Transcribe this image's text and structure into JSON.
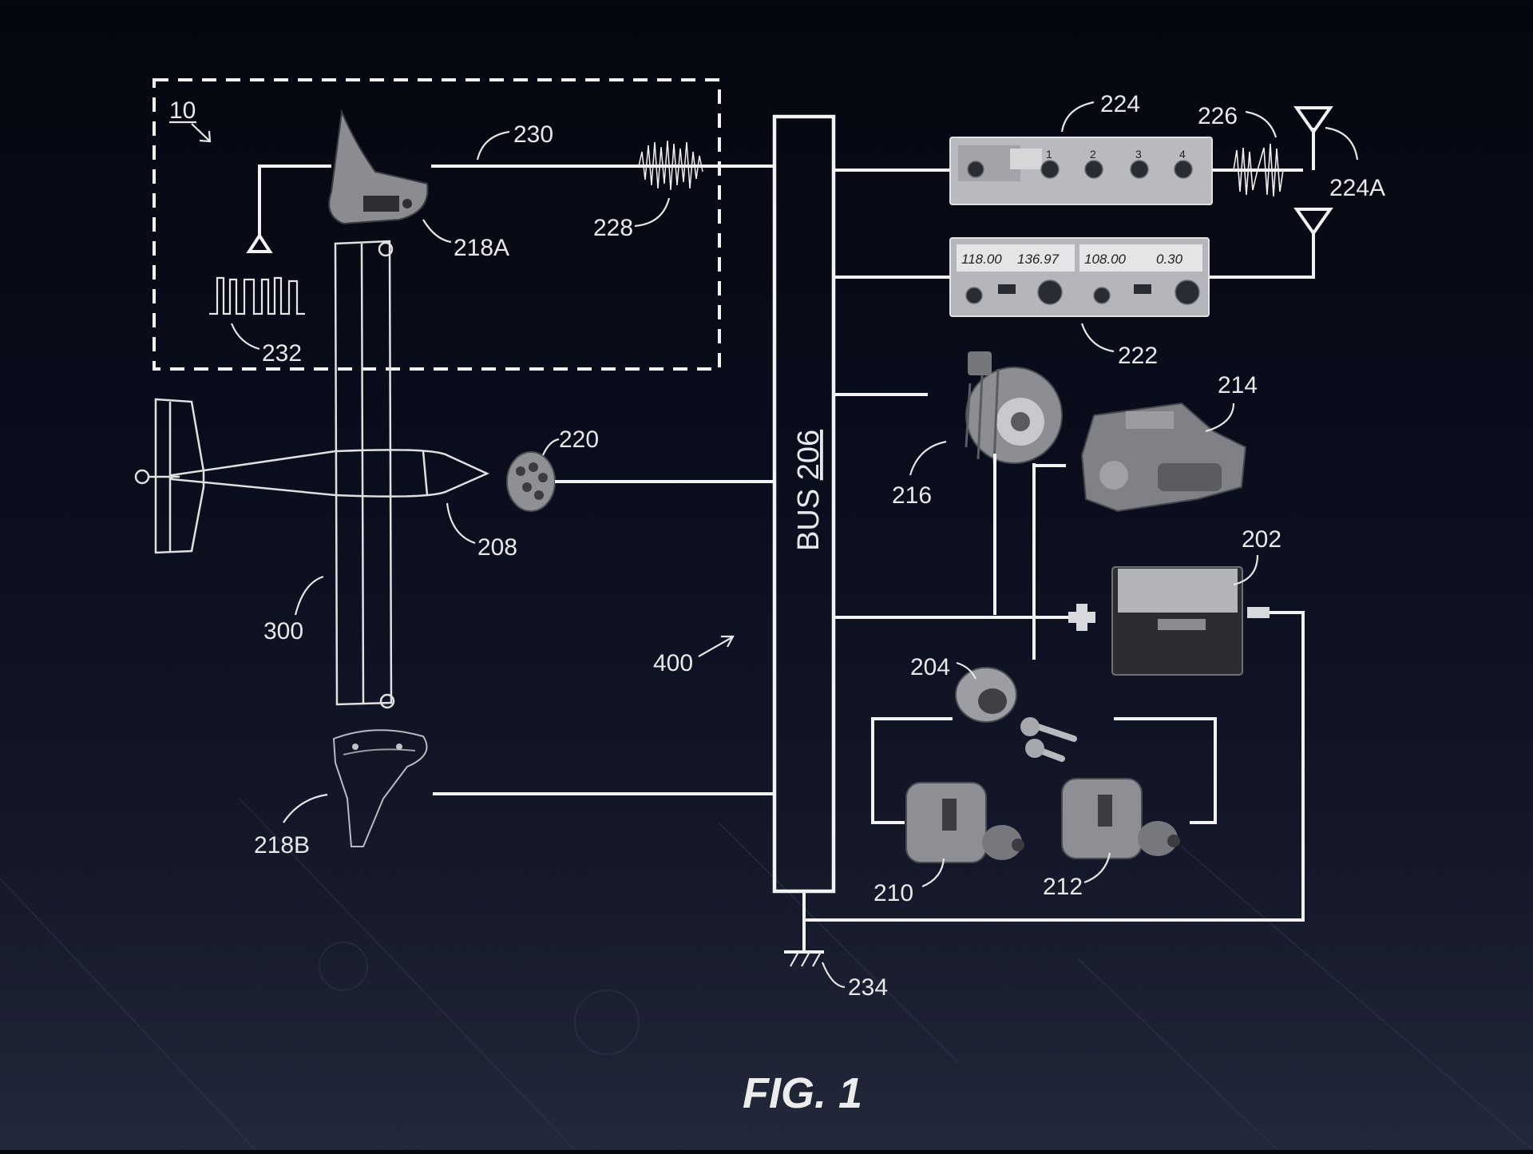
{
  "labels": {
    "ref_10": "10",
    "ref_230": "230",
    "ref_228": "228",
    "ref_218A": "218A",
    "ref_232": "232",
    "ref_224": "224",
    "ref_226": "226",
    "ref_224A": "224A",
    "ref_222": "222",
    "ref_216": "216",
    "ref_214": "214",
    "ref_220": "220",
    "ref_208": "208",
    "ref_300": "300",
    "ref_400": "400",
    "ref_202": "202",
    "ref_204": "204",
    "ref_218B": "218B",
    "ref_210": "210",
    "ref_212": "212",
    "ref_234": "234",
    "bus_prefix": "BUS ",
    "bus_number": "206"
  },
  "radio_222": {
    "com_active": "118.00",
    "com_standby": "136.97",
    "nav_active": "108.00",
    "nav_standby": "0.30"
  },
  "radio_224": {
    "channels": [
      "1",
      "2",
      "3",
      "4"
    ]
  },
  "caption": "FIG. 1",
  "colors": {
    "line": "#f2f2f2",
    "background_top": "#05070f",
    "background_bottom": "#23283a"
  }
}
